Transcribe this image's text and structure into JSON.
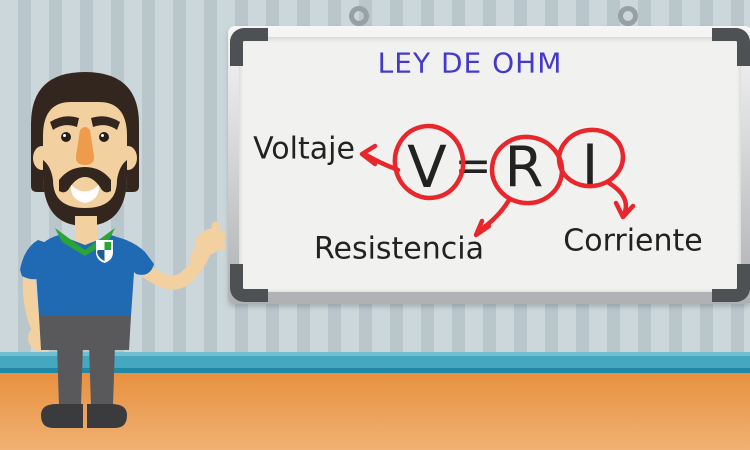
{
  "whiteboard": {
    "title": "LEY DE OHM",
    "formula": {
      "v": "V",
      "eq": "=",
      "r": "R",
      "i": "I"
    },
    "labels": {
      "voltage": "Voltaje",
      "resistance": "Resistencia",
      "current": "Corriente"
    }
  },
  "icons": {
    "mount_rings": "whiteboard-hanging-rings",
    "corner_brackets": "whiteboard-corner-protectors"
  },
  "colors": {
    "title-blue": "#4539cb",
    "board-text": "#222222",
    "annotation-red": "#e8262b",
    "board-surface": "#f1f1ef",
    "bracket-gray": "#4d5154",
    "wall-light": "#ccd7db",
    "wall-dark": "#b9c6cc",
    "baseboard-teal": "#45a7c0",
    "baseboard-highlight": "#7cc5d6",
    "baseboard-line": "#1e88a5",
    "floor-top": "#e8913f",
    "floor-bottom": "#f0b173",
    "skin": "#f3d0a0",
    "hair": "#33261e",
    "nose-orange": "#ee9c4c",
    "shirt-blue": "#1f6ab2",
    "collar-green": "#2aa437",
    "pants-gray": "#59595b",
    "shoes-dark": "#3b3b3d"
  }
}
